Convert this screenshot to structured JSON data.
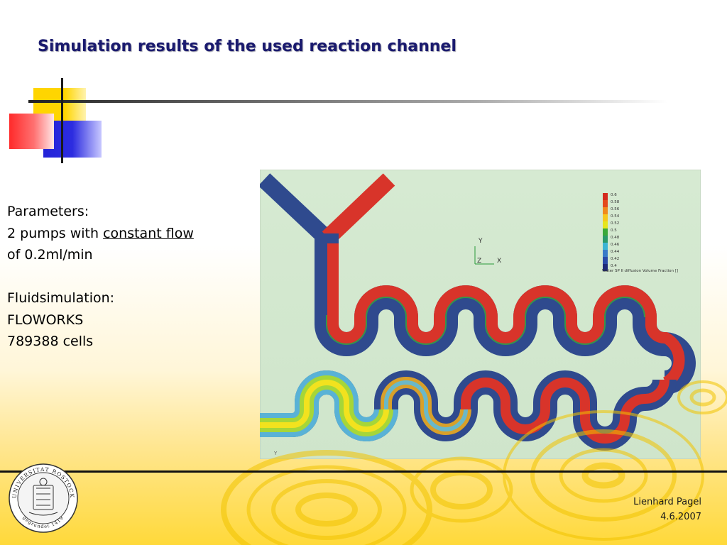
{
  "slide": {
    "title": "Simulation results of the used reaction channel"
  },
  "parameters": {
    "heading": "Parameters:",
    "line1_prefix": "2 pumps with ",
    "line1_underlined": "constant flow",
    "line2": "of 0.2ml/min",
    "fluid_heading": "Fluidsimulation:",
    "software": "FLOWORKS",
    "cells": "789388 cells"
  },
  "simulation": {
    "axis_y": "Y",
    "axis_x": "X",
    "axis_z": "Z",
    "corner_axis": "Y",
    "legend_values": [
      "0.6",
      "0.58",
      "0.56",
      "0.54",
      "0.52",
      "0.5",
      "0.48",
      "0.46",
      "0.44",
      "0.42",
      "0.4"
    ],
    "legend_colors": [
      "#d42a1e",
      "#e44a1c",
      "#f08a1c",
      "#f6c81e",
      "#e6e61e",
      "#3aa83a",
      "#2a9a6a",
      "#3ab4d4",
      "#3a7ac8",
      "#2a4aa8",
      "#1e2a7a"
    ],
    "legend_caption": "Water SP II diffusion Volume Fraction []"
  },
  "footer": {
    "author": "Lienhard Pagel",
    "date": "4.6.2007",
    "seal_text_top": "UNIVERSITAT ROSTOCK",
    "seal_text_bottom": "gegrundet 1419"
  }
}
